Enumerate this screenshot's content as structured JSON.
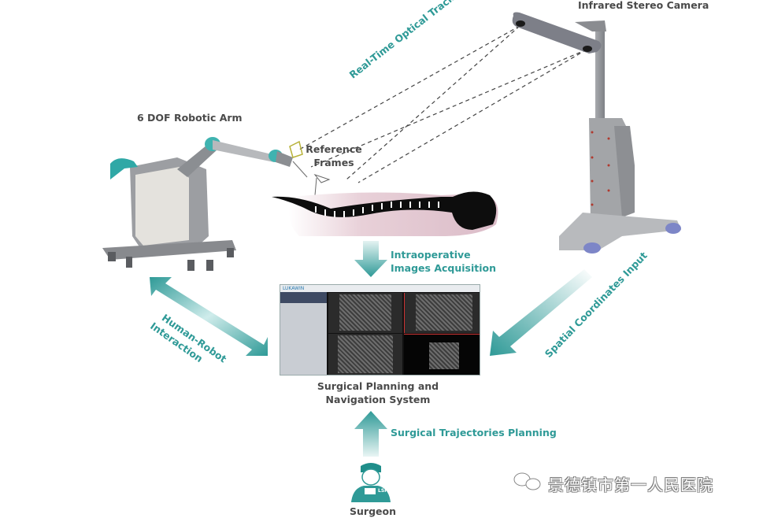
{
  "diagram": {
    "title": "Robot-assisted spinal surgery navigation workflow",
    "nodes": {
      "camera": {
        "label": "Infrared Stereo Camera"
      },
      "robot": {
        "label": "6 DOF Robotic Arm"
      },
      "reference": {
        "label_line1": "Reference",
        "label_line2": "Frames"
      },
      "navigation": {
        "label_line1": "Surgical Planning and",
        "label_line2": "Navigation System",
        "screen_app_name": "LUKAWIN"
      },
      "surgeon": {
        "label": "Surgeon",
        "badge": "LSP"
      }
    },
    "edges": {
      "optical_tracking": "Real-Time Optical Tracking",
      "image_acquisition_line1": "Intraoperative",
      "image_acquisition_line2": "Images Acquisition",
      "human_robot_line1": "Human-Robot",
      "human_robot_line2": "Interaction",
      "spatial_coords": "Spatial Coordinates Input",
      "trajectories": "Surgical Trajectories Planning"
    },
    "watermark": "景德镇市第一人民医院",
    "colors": {
      "teal": "#2f9a97",
      "label_gray": "#4a4a4a",
      "arrow_light": "#d9efee"
    }
  }
}
